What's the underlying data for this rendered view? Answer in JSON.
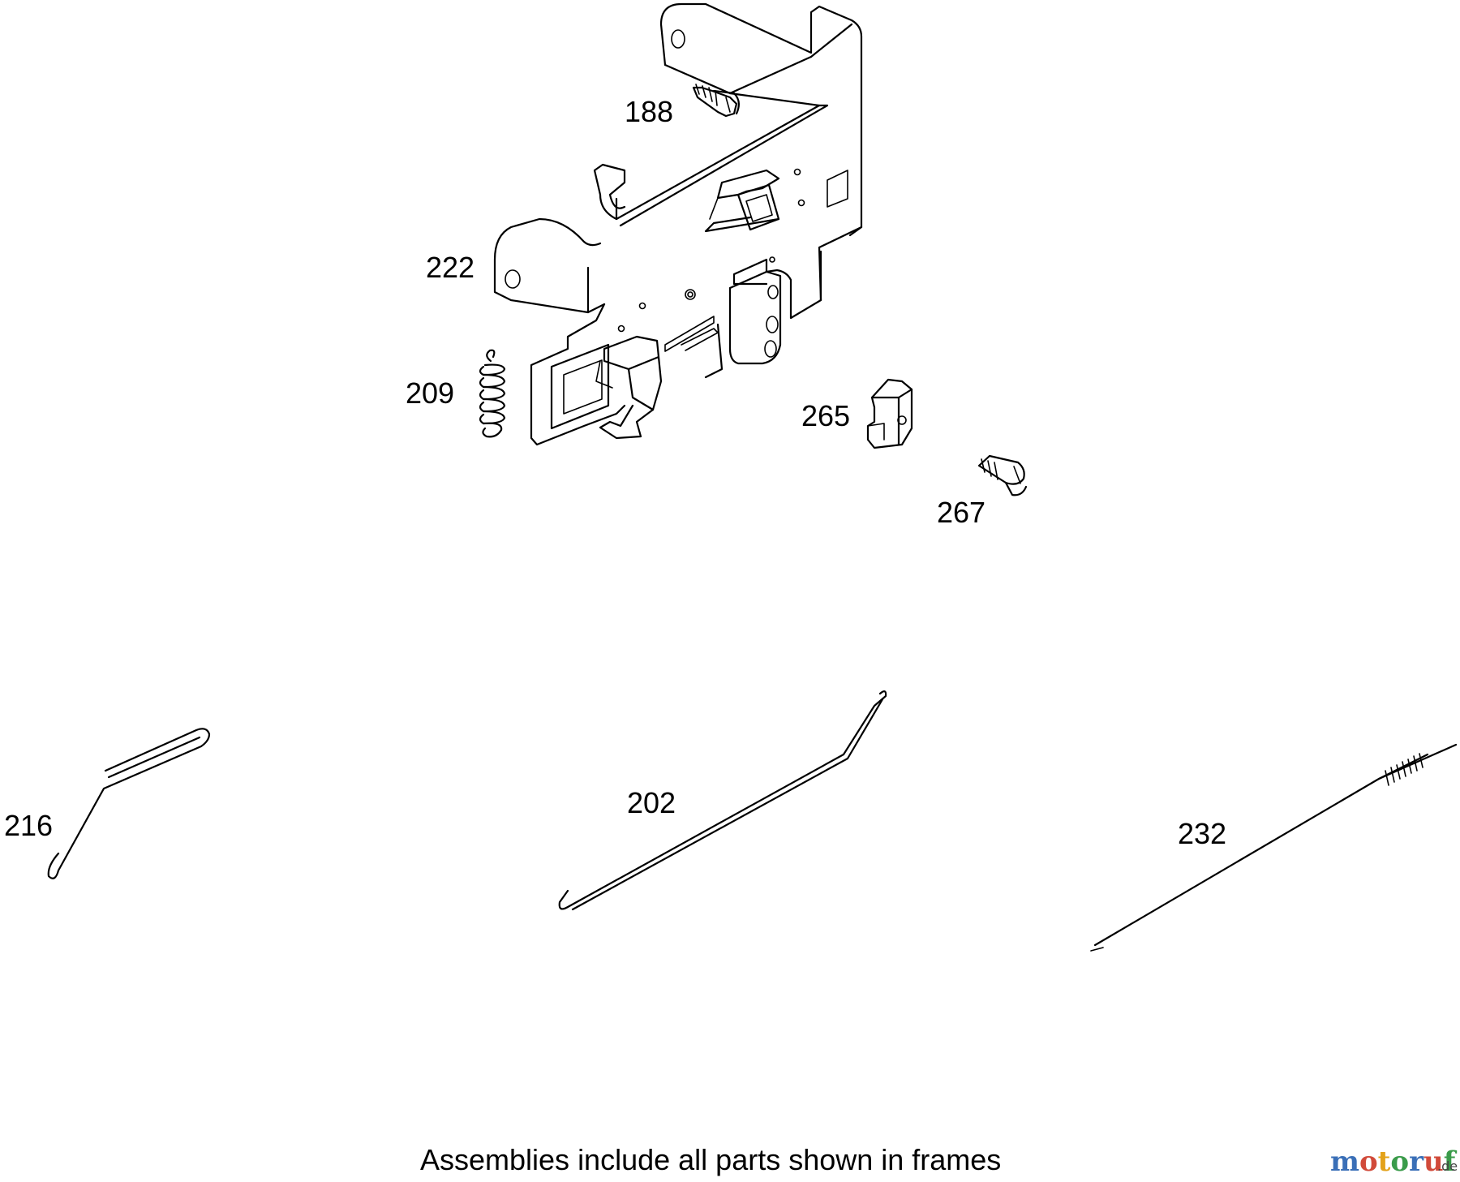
{
  "parts": [
    {
      "number": "188"
    },
    {
      "number": "222"
    },
    {
      "number": "209"
    },
    {
      "number": "265"
    },
    {
      "number": "267"
    },
    {
      "number": "216"
    },
    {
      "number": "202"
    },
    {
      "number": "232"
    }
  ],
  "caption": "Assemblies include all parts shown in frames",
  "watermark": {
    "letters": [
      "m",
      "o",
      "t",
      "o",
      "r",
      "u",
      "f"
    ],
    "letter_colors": [
      "#3a6fb7",
      "#d14a3a",
      "#e3a21a",
      "#3a9b4a",
      "#3a6fb7",
      "#d14a3a",
      "#3a9b4a"
    ],
    "suffix": ".de",
    "suffix_color": "#444444"
  }
}
